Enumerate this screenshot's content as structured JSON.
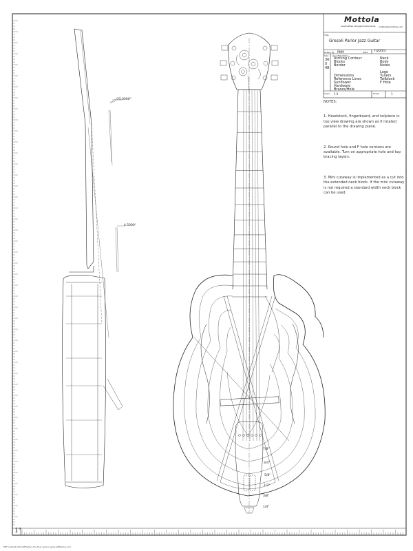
{
  "title_block": {
    "logo": "Mottola",
    "logo_tagline": "handcrafted stringed instruments",
    "email": "rm@liutaiomottola.com",
    "title_label": "Title",
    "title": "Gresoli Parlor Jazz Guitar",
    "drawn_by_label": "Drawn by",
    "drawn_by": "RMM",
    "date_label": "Date",
    "date": "7/20/03",
    "size_label": "Size",
    "size": [
      "36",
      "X",
      "48"
    ],
    "layers_label": "Layer/File Name",
    "layers_col1": [
      "Arching Contour",
      "Blocks",
      "Border",
      "",
      "",
      "Dimensions",
      "Reference Lines",
      "Sunflower",
      "Hardware",
      "Braces/Hole"
    ],
    "layers_col2": [
      "Neck",
      "Body",
      "Notes",
      "",
      "Logo",
      "Tuners",
      "Tailblock",
      "F Hole"
    ],
    "scale_label": "Scale",
    "scale": "1:1",
    "sheet_label": "Sheet",
    "sheet": "1"
  },
  "notes": {
    "heading": "NOTES:",
    "items": [
      "1.  Headstock, fingerboard, and tailpiece in top view drawing are shown as if rotated parallel to the drawing plane.",
      "2.  Round hole and F hole versions are available.  Turn on appropriate hole and top bracing layers.",
      "3.  Mini cutaway is implemented as a cut into the extended neck block.  If the mini cutaway is not required a standard width neck block can be used."
    ]
  },
  "dimensions": {
    "neck_angle": "25.0000°",
    "fingerboard_angle": "4.5000°",
    "arch_contours": [
      "7/8\"",
      "3/4\"",
      "5/8\"",
      "1/2\"",
      "3/8\"",
      "1/4\""
    ]
  },
  "ruler_label": "1\"",
  "footer": "PDF created with pdfFactory Pro trial version www.pdffactory.com"
}
